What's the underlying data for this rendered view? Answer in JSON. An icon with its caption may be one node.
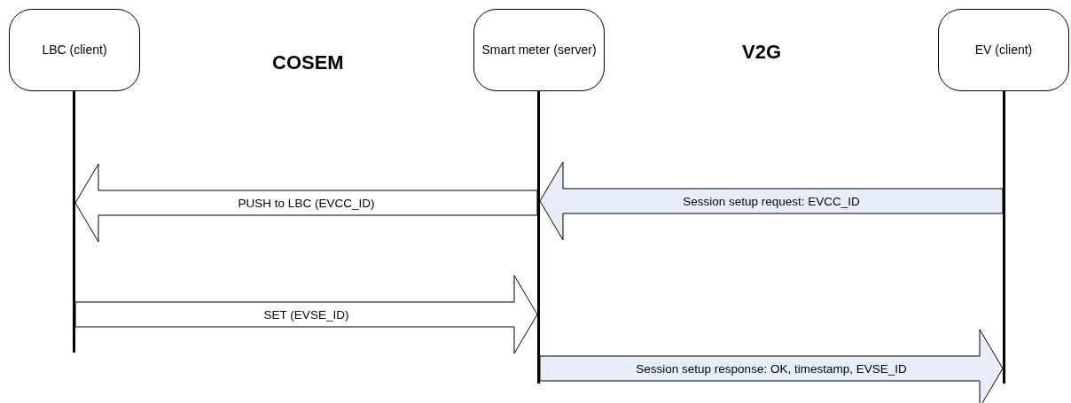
{
  "diagram": {
    "nodes": [
      {
        "text": [
          "LBC (client)"
        ]
      },
      {
        "text": [
          "Smart meter (server)"
        ]
      },
      {
        "text": [
          "EV (client)"
        ]
      },
      {
        "text": [],
        "shape": "bar"
      },
      {
        "text": [],
        "shape": "bar"
      },
      {
        "text": [],
        "shape": "bar"
      }
    ],
    "edges": [
      {
        "from": 5,
        "to": 4,
        "arrow": "to",
        "label": "Session setup request: EVCC_ID",
        "color": "#e8eef8"
      },
      {
        "from": 4,
        "to": 3,
        "arrow": "to",
        "label": "PUSH to LBC (EVCC_ID)"
      },
      {
        "from": 3,
        "to": 4,
        "arrow": "to",
        "label": "SET (EVSE_ID)"
      },
      {
        "from": 4,
        "to": 5,
        "arrow": "to",
        "label": "Session setup response: OK, timestamp, EVSE_ID",
        "color": "#e8eef8"
      }
    ],
    "labels": [
      "COSEM",
      "V2G"
    ]
  }
}
